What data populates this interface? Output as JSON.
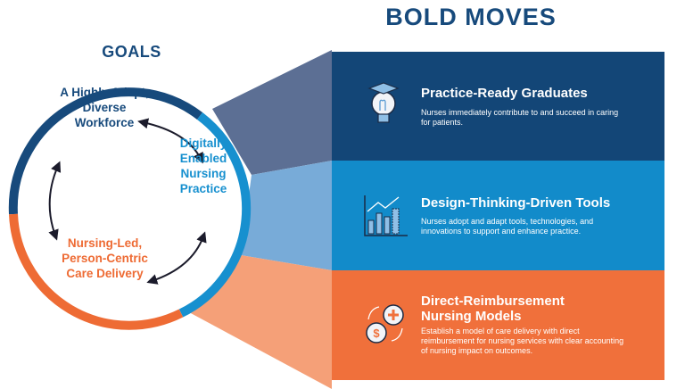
{
  "header": {
    "bold_moves": "BOLD MOVES",
    "goals": "GOALS"
  },
  "goals": [
    {
      "label": "A Highly Adept, Diverse Workforce",
      "color": "#174a7c"
    },
    {
      "label": "Digitally Enabled Nursing Practice",
      "color": "#1790cf"
    },
    {
      "label": "Nursing-Led, Person-Centric Care Delivery",
      "color": "#ee6b34"
    }
  ],
  "moves": [
    {
      "title": "Practice-Ready Graduates",
      "description": "Nurses immediately contribute to and succeed in caring for patients.",
      "icon": "lightbulb-graduation-cap-icon",
      "color": "#134677"
    },
    {
      "title": "Design-Thinking-Driven Tools",
      "description": "Nurses adopt and adapt tools, technologies, and innovations to support and enhance practice.",
      "icon": "bar-chart-trend-icon",
      "color": "#128bca"
    },
    {
      "title": "Direct-Reimbursement Nursing Models",
      "description": "Establish a model of care delivery with direct reimbursement for nursing services with clear accounting of nursing impact on outcomes.",
      "icon": "money-health-exchange-icon",
      "color": "#f0703b"
    }
  ]
}
